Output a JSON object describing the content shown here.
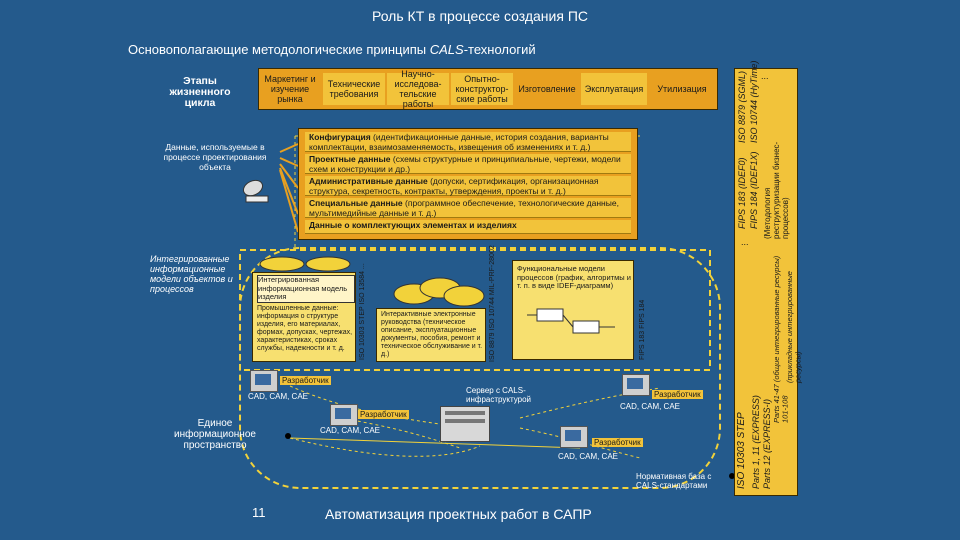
{
  "slide": {
    "title": "Роль КТ в процессе создания ПС",
    "subtitle_prefix": "Основополагающие методологические принципы ",
    "subtitle_italic": "CALS",
    "subtitle_suffix": "-технологий",
    "footer_number": "11",
    "footer_text": "Автоматизация проектных работ в САПР"
  },
  "diagram": {
    "lifecycle_label": "Этапы жизненного цикла",
    "stages": [
      "Маркетинг и изучение рынка",
      "Технические требования",
      "Научно-исследова-тельские работы",
      "Опытно-конструктор-ские работы",
      "Изготовление",
      "Эксплуатация",
      "Утилизация"
    ],
    "data_label": "Данные, используемые в процессе проектирования объекта",
    "data_rows": [
      {
        "bold": "Конфигурация",
        "text": " (идентификационные данные, история создания, варианты комплектации, взаимозаменяемость, извещения об изменениях и т. д.)"
      },
      {
        "bold": "Проектные данные",
        "text": " (схемы структурные и принципиальные, чертежи, модели схем и конструкции и др.)"
      },
      {
        "bold": "Административные данные",
        "text": " (допуски, сертификация, организационная структура, секретность, контракты, утверждения, проекты и т. д.)"
      },
      {
        "bold": "Специальные данные",
        "text": " (программное обеспечение, технологические данные, мультимедийные данные и т. д.)"
      },
      {
        "bold": "Данные о комплектующих элементах и изделиях",
        "text": ""
      }
    ],
    "integrated_label": "Интегрированные информационные модели объектов и процессов",
    "db_box_label": "Интегрированная информационная модель изделия",
    "db_box_text": "Промышленные данные: информация о структуре изделия, его материалах, формах, допусках, чертежах, характеристиках, сроках службы, надежности и т. д.",
    "db_std": "ISO 10303 STEP ISO 13584 ...",
    "docs_text": "Интерактивные электронные руководства (техническое описание, эксплуатационные документы, пособия, ремонт и техническое обслуживание и т. д.)",
    "docs_std": "ISO 8879 ISO 10744 MIL-PRF-28002",
    "func_text": "Функциональные модели процессов (график, алгоритмы и т. п. в виде IDEF-диаграмм)",
    "func_std": "FIPS 183 FIPS 184",
    "unified_label": "Единое информационное пространство",
    "server_label": "Сервер с CALS-инфраструктурой",
    "developer_label": "Разработчик",
    "cad_label": "CAD, CAM, CAE",
    "normative_label": "Нормативная база с CALS-стандартами",
    "right_col": {
      "top": "...",
      "t1": "ISO 8879 (SGML)",
      "t2": "ISO 10744 (HyTime)",
      "m1": "FIPS 183 (IDEF0)",
      "m2": "FIPS 184 (IDEF1X)",
      "m3": "(Методология реструктуризации бизнес-процессов)",
      "mid": "...",
      "b1": "ISO 10303 STEP",
      "b2": "Parts 1, 11 (EXPRESS)",
      "b3": "Parts 12 (EXPRESS-I)",
      "b4": "Parts 41-47 (общие интегрированные ресурсы) 101-108",
      "b5": "(прикладные интегрированные ресурсы)"
    }
  },
  "colors": {
    "background": "#245a8c",
    "yellow": "#f2c33a",
    "orange": "#e8a020",
    "dashed": "#f2d23a"
  }
}
